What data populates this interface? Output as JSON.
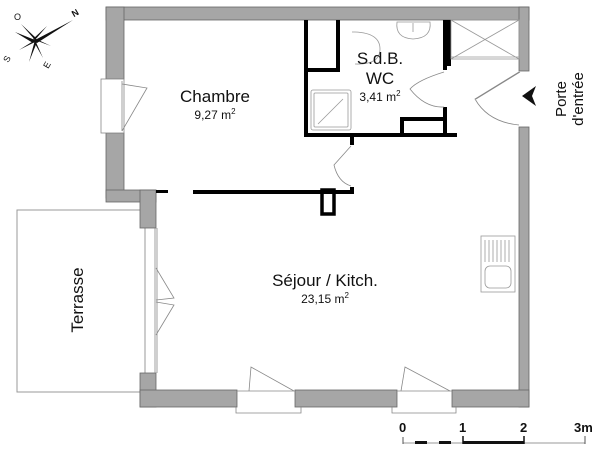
{
  "rooms": {
    "chambre": {
      "name": "Chambre",
      "area_value": "9,27 m",
      "area_unit_sup": "2"
    },
    "sdb": {
      "name_line1": "S.d.B.",
      "name_line2": "WC",
      "area_value": "3,41 m",
      "area_unit_sup": "2"
    },
    "sejour": {
      "name": "Séjour / Kitch.",
      "area_value": "23,15 m",
      "area_unit_sup": "2"
    },
    "terrasse": {
      "name": "Terrasse"
    }
  },
  "entrance": {
    "line1": "Porte",
    "line2": "d'entrée",
    "icon": "arrow-pointer-icon"
  },
  "compass": {
    "north": "N",
    "south": "S",
    "east": "E",
    "west": "O"
  },
  "scale_bar": {
    "ticks": [
      "0",
      "1",
      "2",
      "3m"
    ]
  },
  "colors": {
    "outer_wall": "#a6a6a6",
    "wall_outline": "#555555",
    "partition": "#000000",
    "fixture": "#9a9a9a"
  }
}
